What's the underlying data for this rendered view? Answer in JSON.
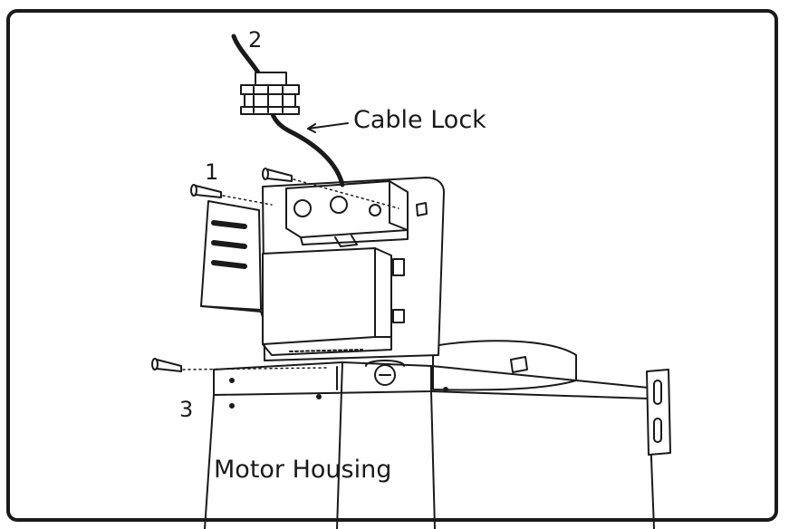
{
  "callouts": {
    "one": "1",
    "two": "2",
    "three": "3"
  },
  "labels": {
    "cable_lock": "Cable Lock",
    "motor_housing": "Motor Housing"
  },
  "colors": {
    "stroke": "#1a1a1a",
    "fill": "#ffffff",
    "frame": "#1a1a1a"
  }
}
